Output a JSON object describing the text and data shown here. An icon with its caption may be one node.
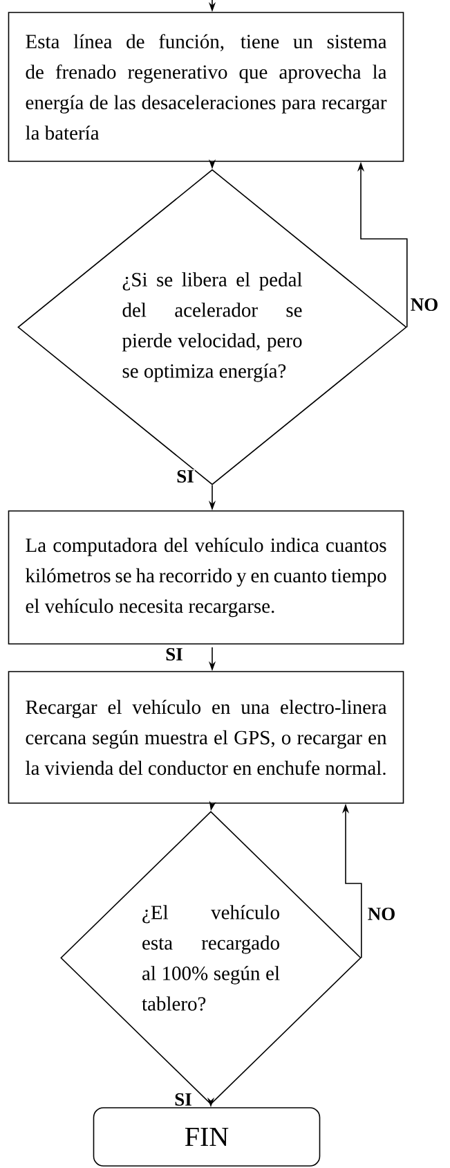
{
  "diagram": {
    "nodes": [
      {
        "text": [
          "Esta línea de función, tiene un sistema de frenado regenerativo que aprovecha la energía de las desaceleraciones para recargar la batería"
        ]
      },
      {
        "text": [
          "¿Si se libera el pedal del acelerador se pierde velocidad, pero se optimiza energía?"
        ]
      },
      {
        "text": [
          "La computadora del vehículo indica cuantos kilómetros se ha recorrido y en cuanto tiempo el vehículo necesita recargarse."
        ]
      },
      {
        "text": [
          "Recargar el vehículo en una electro-linera cercana según muestra el GPS, o recargar en la vivienda del conductor en enchufe normal."
        ]
      },
      {
        "text": [
          "¿El vehículo esta recargado al 100% según el tablero?"
        ]
      },
      {
        "text": [
          "FIN"
        ]
      }
    ],
    "edges": [
      {
        "from": null,
        "to": 0,
        "arrow": "to"
      },
      {
        "from": 0,
        "to": 1,
        "arrow": "to"
      },
      {
        "from": 1,
        "to": 0,
        "arrow": "to",
        "label": "NO"
      },
      {
        "from": 1,
        "to": 2,
        "arrow": "to",
        "label": "SI"
      },
      {
        "from": 2,
        "to": 3,
        "arrow": "to",
        "label": "SI"
      },
      {
        "from": 3,
        "to": 4,
        "arrow": "to"
      },
      {
        "from": 4,
        "to": 3,
        "arrow": "to",
        "label": "NO"
      },
      {
        "from": 4,
        "to": 5,
        "arrow": "to",
        "label": "SI"
      }
    ]
  }
}
